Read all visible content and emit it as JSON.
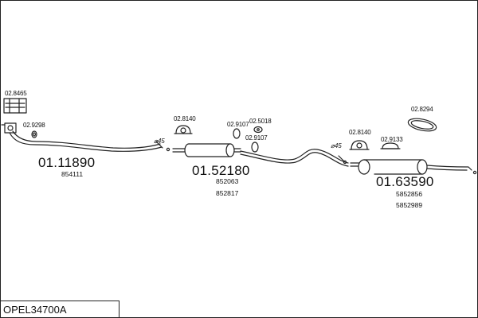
{
  "model_code": "OPEL34700A",
  "assemblies": {
    "front_pipe": {
      "part": "01.11890",
      "oem": [
        "854111"
      ]
    },
    "middle_silencer": {
      "part": "01.52180",
      "oem": [
        "852063",
        "852817"
      ]
    },
    "rear_silencer": {
      "part": "01.63590",
      "oem": [
        "5852856",
        "5852989"
      ]
    }
  },
  "fittings": {
    "kit": "02.8465",
    "gasket_front": "02.9298",
    "hanger_middle": "02.8140",
    "clamp_a": "02.9107",
    "clamp_b": "02.5018",
    "clamp_c": "02.9107",
    "hanger_rear": "02.8140",
    "rubber_rear": "02.9133",
    "ring_rear": "02.8294"
  },
  "diameters": {
    "front": "⌀45",
    "rear": "⌀45"
  }
}
